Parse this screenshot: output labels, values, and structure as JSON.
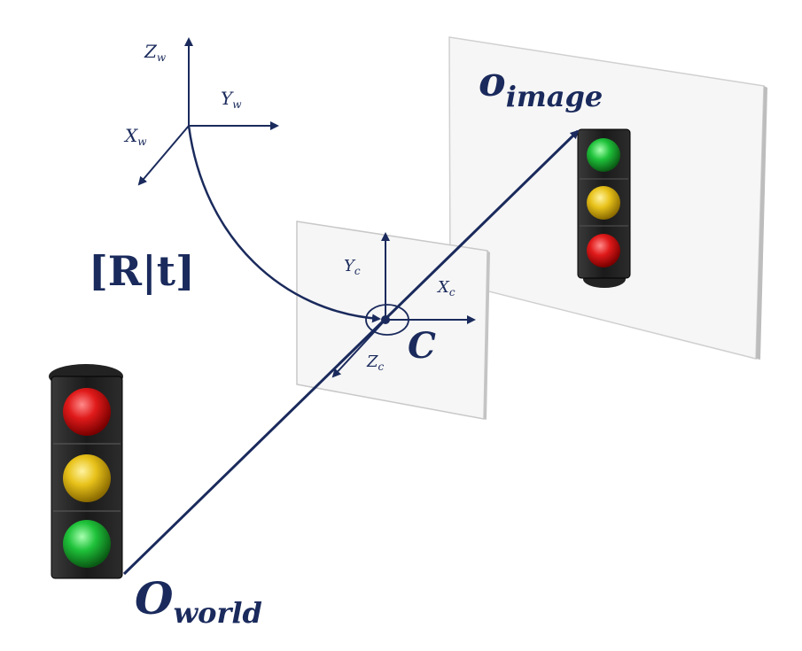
{
  "labels": {
    "world_z": "Z",
    "world_z_sub": "w",
    "world_y": "Y",
    "world_y_sub": "w",
    "world_x": "X",
    "world_x_sub": "w",
    "transform": "[R|t]",
    "cam_y": "Y",
    "cam_y_sub": "c",
    "cam_x": "X",
    "cam_x_sub": "c",
    "cam_z": "Z",
    "cam_z_sub": "c",
    "camera_center": "C",
    "image_origin": "o",
    "image_origin_sub": "image",
    "world_origin": "O",
    "world_origin_sub": "world"
  },
  "colors": {
    "ink": "#1a2a5c",
    "red_light": "#e01a1a",
    "yellow_light": "#e8c21a",
    "green_light": "#1fc23a",
    "housing": "#1c1c1c",
    "panel": "#f4f4f4"
  }
}
